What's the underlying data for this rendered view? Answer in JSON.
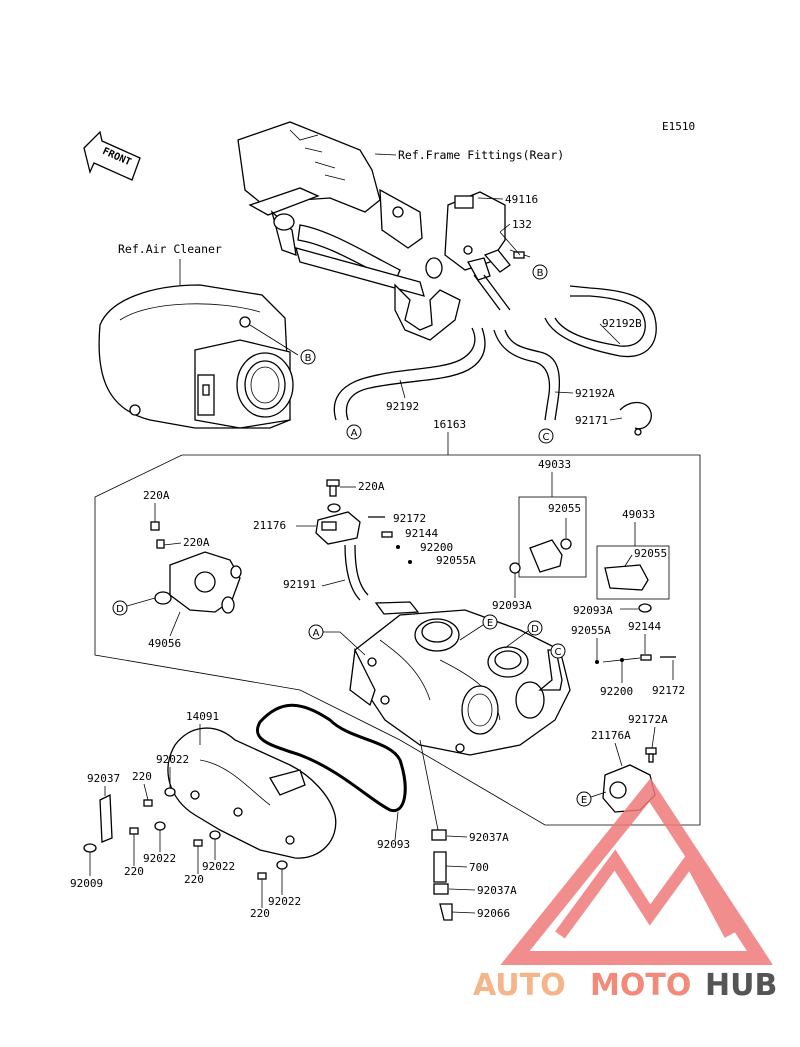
{
  "diagram_code": "E1510",
  "front_label": "FRONT",
  "refs": {
    "frame": "Ref.Frame Fittings(Rear)",
    "air_cleaner": "Ref.Air Cleaner"
  },
  "callouts": {
    "A": "A",
    "B": "B",
    "C": "C",
    "D": "D",
    "E": "E"
  },
  "parts": {
    "p49116": "49116",
    "p132": "132",
    "p92192B": "92192B",
    "p92192A": "92192A",
    "p92192": "92192",
    "p92171": "92171",
    "p16163": "16163",
    "p49033a": "49033",
    "p49033b": "49033",
    "p92055a": "92055",
    "p92055b": "92055",
    "p92093Aa": "92093A",
    "p92093Ab": "92093A",
    "p220Aa": "220A",
    "p220Ab": "220A",
    "p220Ac": "220A",
    "p49056": "49056",
    "p21176": "21176",
    "p92172a": "92172",
    "p92144a": "92144",
    "p92200a": "92200",
    "p92055Aa": "92055A",
    "p92191": "92191",
    "p92055Ab": "92055A",
    "p92144b": "92144",
    "p92200b": "92200",
    "p92172b": "92172",
    "p92172A": "92172A",
    "p21176A": "21176A",
    "p14091": "14091",
    "p92022a": "92022",
    "p92037": "92037",
    "p220a": "220",
    "p92022b": "92022",
    "p220b": "220",
    "p92022c": "92022",
    "p220c": "220",
    "p92022d": "92022",
    "p220d": "220",
    "p92009": "92009",
    "p92093": "92093",
    "p92037Aa": "92037A",
    "p700": "700",
    "p92037Ab": "92037A",
    "p92066": "92066"
  },
  "watermark": {
    "part1": "AUTO",
    "part2": "MOTO",
    "part3": "HUB",
    "color1": "#f5b58a",
    "color2": "#f28a7a",
    "color3": "#555555",
    "logo_color": "#f07a7a"
  }
}
